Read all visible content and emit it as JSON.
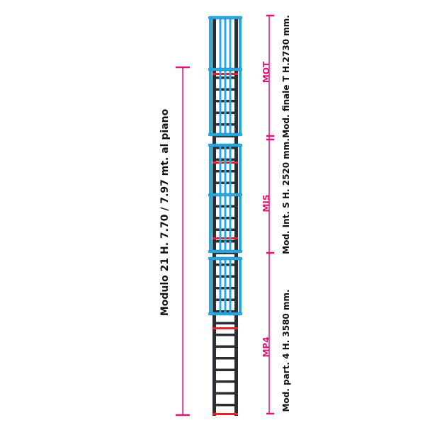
{
  "overall_label": "Modulo 21  H. 7.70 / 7.97 mt. al piano",
  "modules": [
    {
      "code": "MOT",
      "label": "Mod. finale T  H.2730 mm."
    },
    {
      "code": "MIS",
      "label": "Mod. Int. S H. 2520 mm."
    },
    {
      "code": "MP4",
      "label": "Mod. part. 4  H. 3580 mm."
    }
  ],
  "colors": {
    "cage": "#29a9e1",
    "rail": "#2b2d33",
    "dimension": "#e0147a",
    "safety_rung": "#e8202a"
  }
}
